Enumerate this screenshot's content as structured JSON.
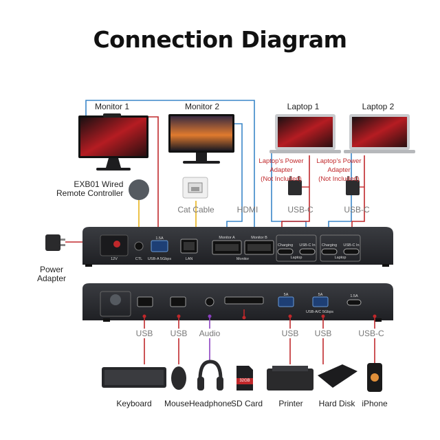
{
  "title": "Connection Diagram",
  "top_devices": {
    "monitor1": "Monitor 1",
    "monitor2": "Monitor 2",
    "laptop1": "Laptop 1",
    "laptop2": "Laptop 2",
    "laptop_power_1": "Laptop's Power\nAdapter\n(Not Included)",
    "laptop_power_2": "Laptop's Power\nAdapter\n(Not Included)",
    "remote": "EXB01 Wired\nRemote Controller",
    "power_adapter": "Power\nAdapter"
  },
  "cables": {
    "cat": "Cat Cable",
    "hdmi": "HDMI",
    "usbc_1": "USB-C",
    "usbc_2": "USB-C"
  },
  "rear_ports": {
    "dc": "12V",
    "ctl": "CTL",
    "usba": "USB-A 5Gbps",
    "usba_top": "1.5A",
    "lan": "LAN",
    "monA": "Monitor A",
    "monB": "Monitor B",
    "monitor": "Monitor",
    "charging1": "Charging",
    "usbcin1": "USB-C In",
    "laptop_group1": "Laptop",
    "charging2": "Charging",
    "usbcin2": "USB-C In",
    "laptop_group2": "Laptop"
  },
  "front_ports": {
    "usbac": "USB-A/C 5Gbps",
    "fiveA_1": "5A",
    "fiveA_2": "5A",
    "one5A": "1.5A"
  },
  "bottom_connections": [
    "USB",
    "USB",
    "Audio",
    "USB",
    "USB",
    "USB-C"
  ],
  "bottom_devices": [
    "Keyboard",
    "Mouse",
    "Headphone",
    "SD Card",
    "Printer",
    "Hard Disk",
    "iPhone"
  ],
  "sd_card_text": "32GB",
  "colors": {
    "red_line": "#c0282b",
    "blue_line": "#3a86c8",
    "yellow_line": "#e8b21a",
    "purple_line": "#8a3fbf",
    "device_body": "#2b2d31"
  }
}
